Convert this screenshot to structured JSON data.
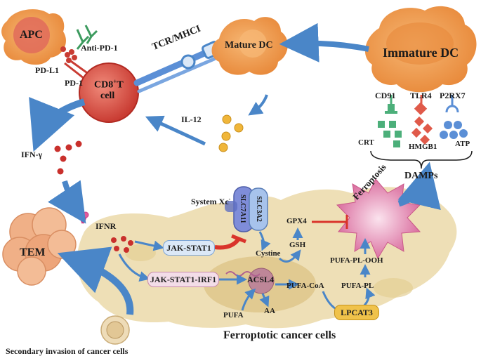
{
  "cells": {
    "apc": "APC",
    "cd8_line1": "CD8",
    "cd8_sup": "+",
    "cd8_t": "T",
    "cd8_line2": "cell",
    "mature_dc": "Mature DC",
    "immature_dc": "Immature DC",
    "tem": "TEM"
  },
  "receptors": {
    "anti_pd1": "Anti-PD-1",
    "pd_l1": "PD-L1",
    "pd_1": "PD-1",
    "tcr_mhc": "TCR/MHCI",
    "cd91": "CD91",
    "tlr4": "TLR4",
    "p2rx7": "P2RX7",
    "ifnr": "IFNR"
  },
  "molecules": {
    "il12": "IL-12",
    "ifn_gamma": "IFN-γ",
    "crt": "CRT",
    "hmgb1": "HMGB1",
    "atp": "ATP",
    "damps": "DAMPs"
  },
  "pathway": {
    "system_xc": "System Xc",
    "system_xc_sup": "-",
    "slc7a11": "SLC7A11",
    "slc3a2": "SLC3A2",
    "jak_stat1": "JAK-STAT1",
    "jak_stat1_irf1": "JAK-STAT1-IRF1",
    "acsl4": "ACSL4",
    "cystine": "Cystine",
    "gsh": "GSH",
    "gpx4": "GPX4",
    "ferroptosis": "Ferroptosis",
    "pufa_pl_ooh": "PUFA-PL-OOH",
    "pufa_coa": "PUFA-CoA",
    "pufa_pl": "PUFA-PL",
    "lpcat3": "LPCAT3",
    "pufa": "PUFA",
    "aa": "AA"
  },
  "captions": {
    "cancer_cells": "Ferroptotic cancer cells",
    "secondary_invasion": "Secondary invasion of cancer cells"
  },
  "colors": {
    "arrow_blue": "#4a86c8",
    "inhibit_red": "#d9342b",
    "cell_orange": "#f2a55a",
    "cd8_red": "#d9534a",
    "cancer_beige": "#ecdcae",
    "ferroptosis_pink": "#e07fa8",
    "receptor_green": "#4caf7a",
    "receptor_red": "#e05a4a",
    "receptor_blue": "#5b8fd6",
    "box_blue": "#dbe8f7",
    "box_pink": "#f3dde8",
    "box_orange": "#f0c24a"
  }
}
